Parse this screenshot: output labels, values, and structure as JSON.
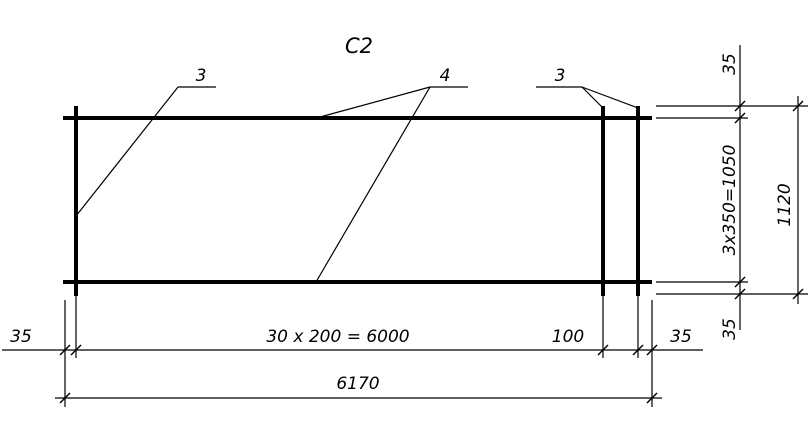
{
  "drawing": {
    "title": "C2",
    "callouts": {
      "left_bar": "3",
      "mesh": "4",
      "right_bars": "3"
    },
    "dimensions": {
      "left_overhang": "35",
      "bottom_span": "30 x 200 = 6000",
      "last_bay": "100",
      "right_overhang": "35",
      "overall_length": "6170",
      "top_overhang": "35",
      "bottom_overhang": "35",
      "vertical_span": "3x350=1050",
      "overall_height": "1120"
    }
  }
}
